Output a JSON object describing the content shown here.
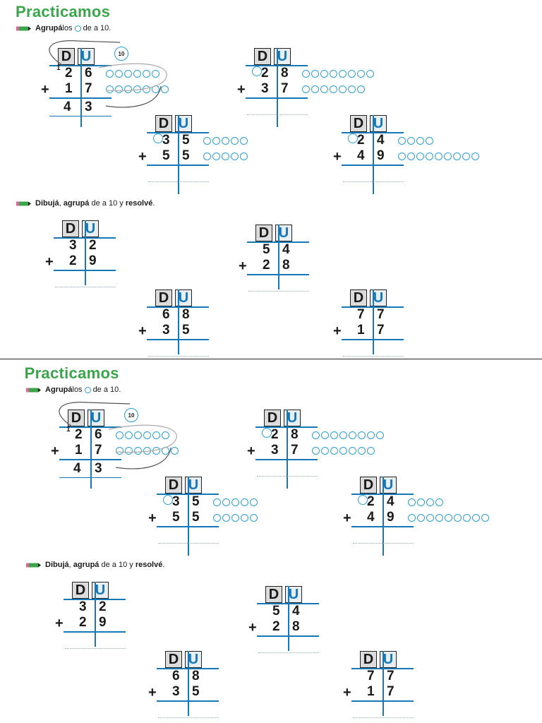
{
  "title": "Practicamos",
  "instr1": {
    "bold1": "Agrupá",
    "text1": " los",
    "text2": "de a 10."
  },
  "instr2": {
    "bold1": "Dibujá",
    "sep1": ", ",
    "bold2": "agrupá",
    "text1": " de a 10 y ",
    "bold3": "resolvé",
    "end": "."
  },
  "header": {
    "d": "D",
    "u": "U"
  },
  "ten_badge": "10",
  "example": {
    "carry": "1",
    "a_d": "2",
    "a_u": "6",
    "b_d": "1",
    "b_u": "7",
    "ans_d": "4",
    "ans_u": "3",
    "dots_a": 6,
    "dots_b": 7
  },
  "group_a": [
    {
      "a_d": "2",
      "a_u": "8",
      "b_d": "3",
      "b_u": "7",
      "dots_a": 8,
      "dots_b": 7
    },
    {
      "a_d": "3",
      "a_u": "5",
      "b_d": "5",
      "b_u": "5",
      "dots_a": 5,
      "dots_b": 5
    },
    {
      "a_d": "2",
      "a_u": "4",
      "b_d": "4",
      "b_u": "9",
      "dots_a": 4,
      "dots_b": 9
    }
  ],
  "group_b": [
    {
      "a_d": "3",
      "a_u": "2",
      "b_d": "2",
      "b_u": "9"
    },
    {
      "a_d": "5",
      "a_u": "4",
      "b_d": "2",
      "b_u": "8"
    },
    {
      "a_d": "6",
      "a_u": "8",
      "b_d": "3",
      "b_u": "5"
    },
    {
      "a_d": "7",
      "a_u": "7",
      "b_d": "1",
      "b_u": "7"
    }
  ],
  "plus": "+"
}
